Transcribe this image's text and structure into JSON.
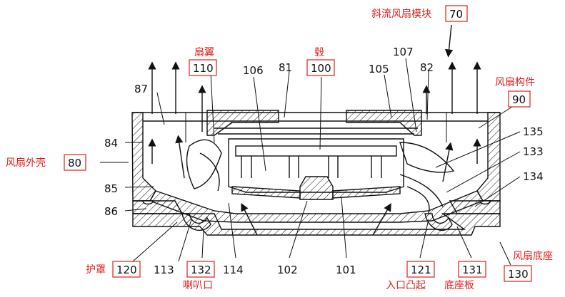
{
  "labels": {
    "module_cn": "斜流风扇模块",
    "module_num": "70",
    "fan_blade_cn": "扇翼",
    "fan_blade_num": "110",
    "hub_cn": "毂",
    "hub_num": "100",
    "fan_member_cn": "风扇构件",
    "fan_member_num": "90",
    "fan_housing_cn": "风扇外壳",
    "fan_housing_num": "80",
    "guard_cn": "护罩",
    "guard_num": "120",
    "horn_cn": "喇叭口",
    "horn_num": "132",
    "boss_cn": "入口凸起",
    "boss_num": "121",
    "base_plate_cn": "底座板",
    "base_plate_num": "131",
    "fan_base_cn": "风扇底座",
    "fan_base_num": "130",
    "n87": "87",
    "n106": "106",
    "n81": "81",
    "n105": "105",
    "n107": "107",
    "n82": "82",
    "n84": "84",
    "n85": "85",
    "n86": "86",
    "n135": "135",
    "n133": "133",
    "n134": "134",
    "n113": "113",
    "n114": "114",
    "n102": "102",
    "n101": "101"
  }
}
